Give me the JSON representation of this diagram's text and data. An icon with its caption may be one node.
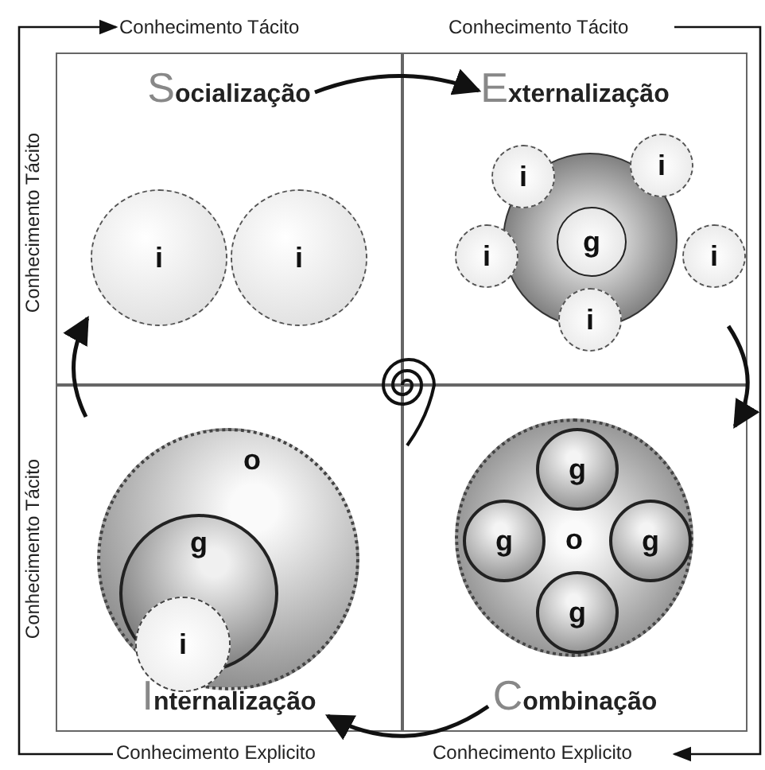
{
  "diagram": {
    "nodes": [
      {
        "text": [
          "Socialização"
        ]
      },
      {
        "text": [
          "i"
        ],
        "in": 0
      },
      {
        "text": [
          "i"
        ],
        "in": 0
      },
      {
        "text": [
          "Externalização"
        ]
      },
      {
        "text": [],
        "shape": "circle",
        "in": 3
      },
      {
        "text": [
          "g"
        ],
        "in": 4
      },
      {
        "text": [
          "i"
        ],
        "in": 3
      },
      {
        "text": [
          "i"
        ],
        "in": 3
      },
      {
        "text": [
          "i"
        ],
        "in": 3
      },
      {
        "text": [
          "i"
        ],
        "in": 3
      },
      {
        "text": [
          "i"
        ],
        "in": 3
      },
      {
        "text": [
          "Internalização"
        ]
      },
      {
        "text": [
          "o"
        ],
        "in": 11
      },
      {
        "text": [
          "g"
        ],
        "in": 12
      },
      {
        "text": [
          "i"
        ],
        "in": 13
      },
      {
        "text": [
          "Combinação"
        ]
      },
      {
        "text": [
          "o"
        ],
        "in": 15
      },
      {
        "text": [
          "g"
        ],
        "in": 16
      },
      {
        "text": [
          "g"
        ],
        "in": 16
      },
      {
        "text": [
          "g"
        ],
        "in": 16
      },
      {
        "text": [
          "g"
        ],
        "in": 16
      },
      {
        "text": [
          "Conhecimento Tácito"
        ]
      },
      {
        "text": [
          "Conhecimento Tácito"
        ]
      },
      {
        "text": [
          "Conhecimento Explicito"
        ]
      },
      {
        "text": [
          "Conhecimento Explicito"
        ]
      }
    ],
    "edges": [
      {
        "from": 0,
        "to": 3,
        "arrow": "to"
      },
      {
        "from": 3,
        "to": 15,
        "arrow": "to"
      },
      {
        "from": 15,
        "to": 11,
        "arrow": "to"
      },
      {
        "from": 11,
        "to": 0,
        "arrow": "to"
      },
      {
        "from": 23,
        "to": 21,
        "arrow": "to"
      },
      {
        "from": 22,
        "to": 24,
        "arrow": "to"
      }
    ],
    "labels": [
      "Conhecimento Tácito",
      "Conhecimento Tácito"
    ]
  }
}
